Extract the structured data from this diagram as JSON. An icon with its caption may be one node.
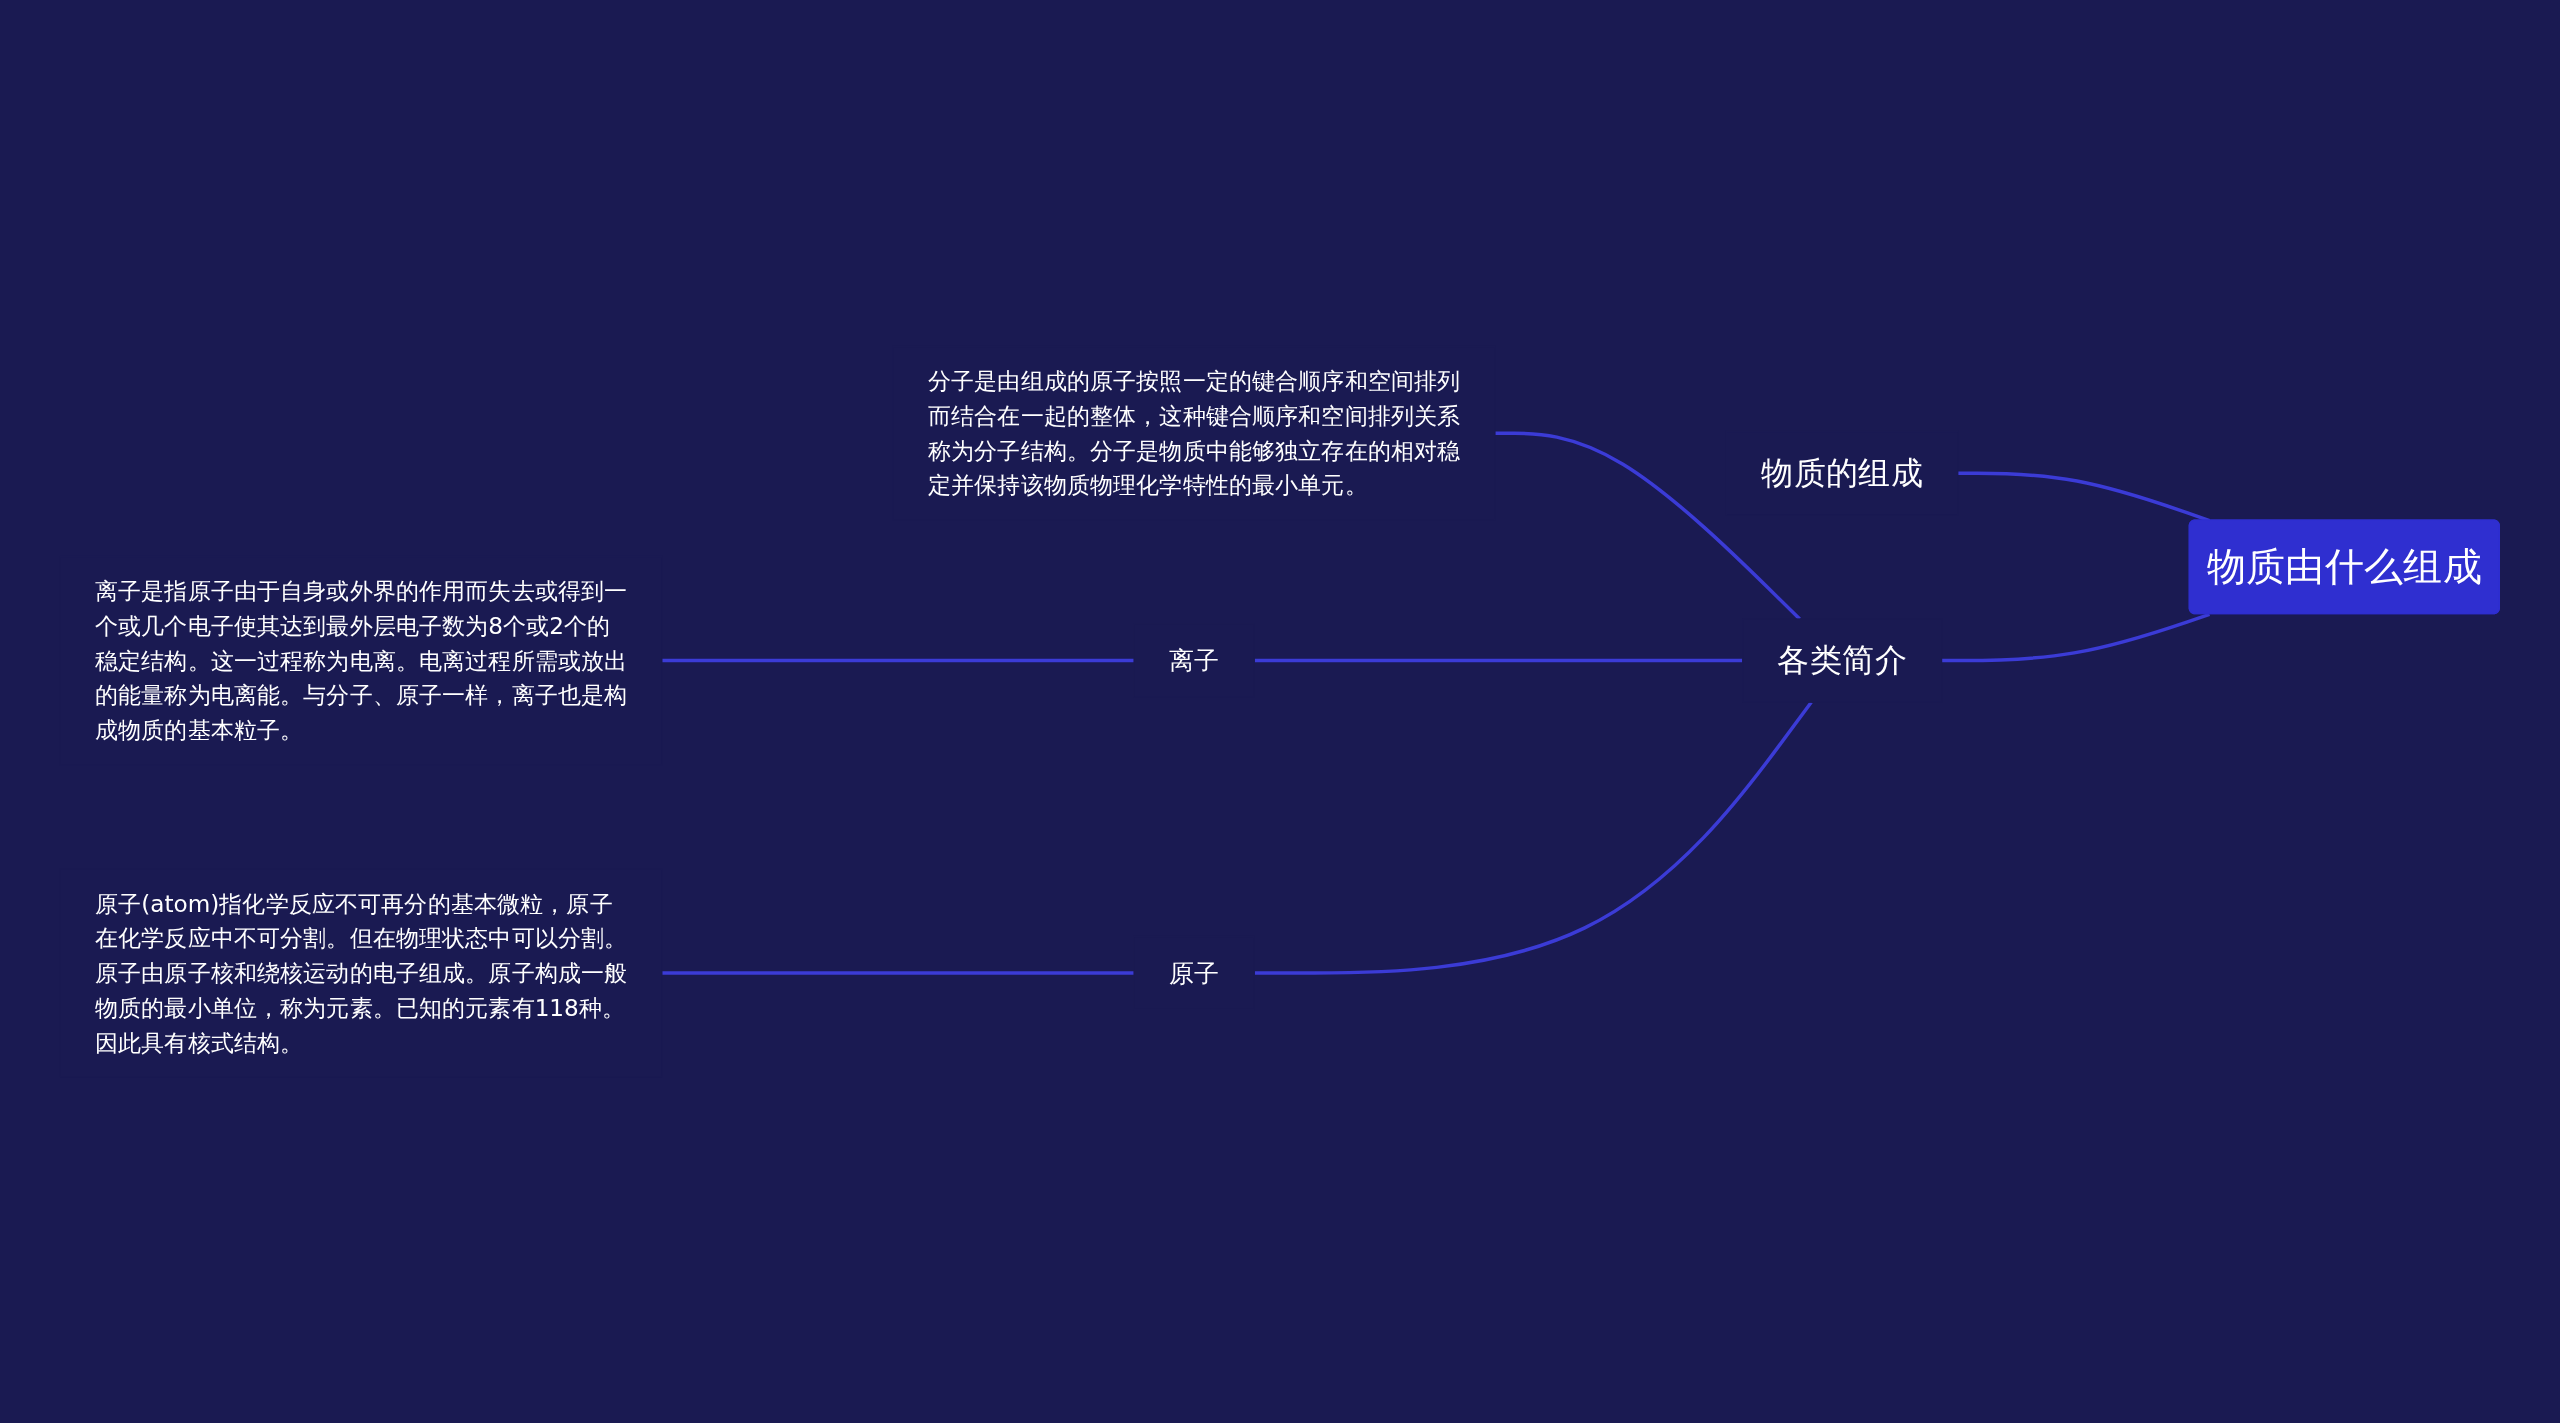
{
  "diagram": {
    "nodes": [
      {
        "text": [
          "物质由什么组成"
        ]
      },
      {
        "text": [
          "各类简介"
        ]
      },
      {
        "text": [
          "物质的组成"
        ]
      },
      {
        "text": [
          "分子是由组成的原子按照一定的键合顺序和空间排列而结合在一起的整体，这种键合顺序和空间排列关系称为分子结构。分子是物质中能够独立存在的相对稳定并保持该物质物理化学特性的最小单元。"
        ]
      },
      {
        "text": [
          "离子"
        ]
      },
      {
        "text": [
          "离子是指原子由于自身或外界的作用而失去或得到一个或几个电子使其达到最外层电子数为8个或2个的稳定结构。这一过程称为电离。电离过程所需或放出的能量称为电离能。与分子、原子一样，离子也是构成物质的基本粒子。"
        ]
      },
      {
        "text": [
          "原子"
        ]
      },
      {
        "text": [
          "原子(atom)指化学反应不可再分的基本微粒，原子在化学反应中不可分割。但在物理状态中可以分割。原子由原子核和绕核运动的电子组成。原子构成一般物质的最小单位，称为元素。已知的元素有118种。因此具有核式结构。"
        ]
      }
    ],
    "edges": [
      {
        "from": 0,
        "to": 1,
        "arrow": "none"
      },
      {
        "from": 0,
        "to": 2,
        "arrow": "none"
      },
      {
        "from": 1,
        "to": 3,
        "arrow": "none"
      },
      {
        "from": 1,
        "to": 4,
        "arrow": "none"
      },
      {
        "from": 1,
        "to": 6,
        "arrow": "none"
      },
      {
        "from": 4,
        "to": 5,
        "arrow": "none"
      },
      {
        "from": 6,
        "to": 7,
        "arrow": "none"
      }
    ]
  }
}
